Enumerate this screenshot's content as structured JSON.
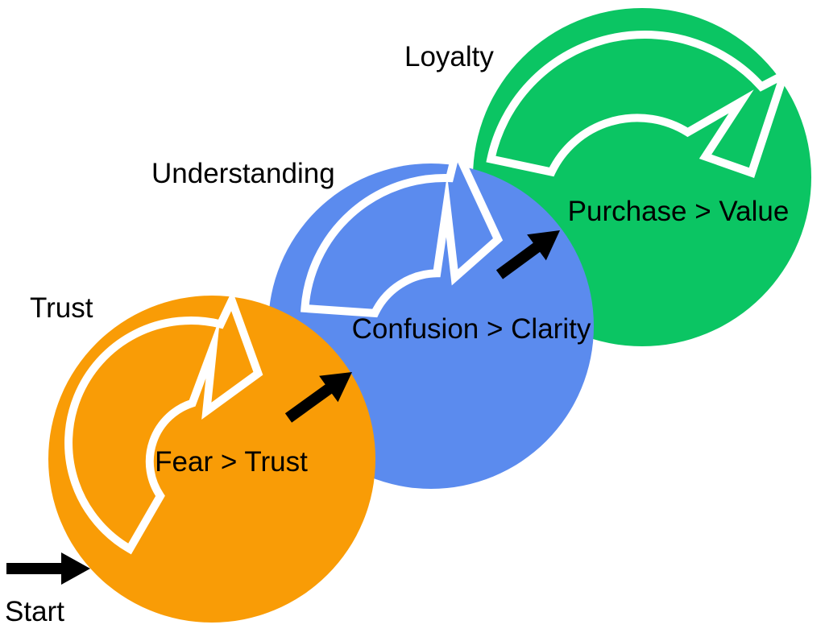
{
  "diagram": {
    "start_label": "Start",
    "stages": [
      {
        "label": "Trust",
        "inner_text": "Fear > Trust",
        "color": "#F99C06",
        "loop_icon": "circular-swirl-arrow"
      },
      {
        "label": "Understanding",
        "inner_text": "Confusion > Clarity",
        "color": "#5B8BEE",
        "loop_icon": "circular-swirl-arrow"
      },
      {
        "label": "Loyalty",
        "inner_text": "Purchase > Value",
        "color": "#0BC563",
        "loop_icon": "circular-swirl-arrow"
      }
    ],
    "colors": {
      "background": "#FFFFFF",
      "arrow": "#000000",
      "text": "#000000",
      "swirl_outline": "#FFFFFF"
    }
  }
}
